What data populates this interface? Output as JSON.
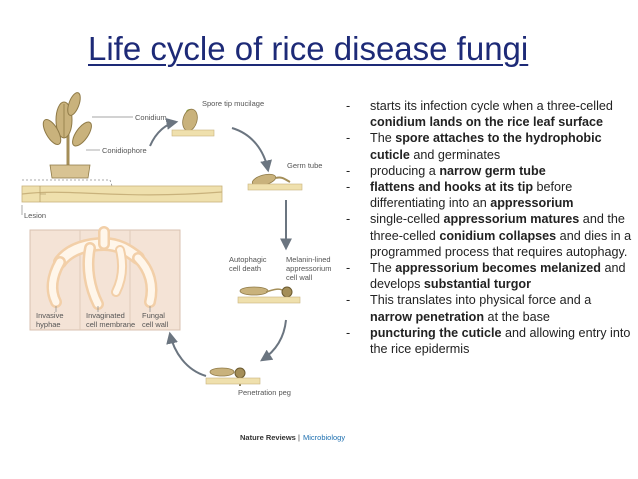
{
  "slide": {
    "title": "Life cycle of rice disease fungi"
  },
  "diagram": {
    "labels": {
      "conidium": "Conidium",
      "spore_tip": "Spore tip mucilage",
      "conidiophore": "Conidiophore",
      "germ_tube": "Germ tube",
      "lesion": "Lesion",
      "autophagic_1": "Autophagic",
      "autophagic_2": "cell death",
      "melanin_1": "Melanin-lined",
      "melanin_2": "appressorium",
      "melanin_3": "cell wall",
      "invasive_1": "Invasive",
      "invasive_2": "hyphae",
      "invaginated_1": "Invaginated",
      "invaginated_2": "cell membrane",
      "fungal_1": "Fungal",
      "fungal_2": "cell wall",
      "penetration": "Penetration peg",
      "credit_a": "Nature Reviews",
      "credit_b": "Microbiology"
    }
  },
  "bullets": [
    [
      {
        "t": "starts its infection cycle when a three-celled "
      },
      {
        "t": "conidium lands on the rice leaf surface",
        "b": true
      }
    ],
    [
      {
        "t": "The "
      },
      {
        "t": "spore attaches to the hydrophobic",
        "b": true
      },
      {
        "t": " "
      },
      {
        "t": "cuticle",
        "b": true
      },
      {
        "t": " and germinates"
      }
    ],
    [
      {
        "t": "producing a "
      },
      {
        "t": "narrow germ tube",
        "b": true
      }
    ],
    [
      {
        "t": " flattens and hooks at its tip",
        "b": true
      },
      {
        "t": " before differentiating into an "
      },
      {
        "t": "appressorium",
        "b": true
      }
    ],
    [
      {
        "t": " single-celled "
      },
      {
        "t": "appressorium matures",
        "b": true
      },
      {
        "t": " and the three-celled "
      },
      {
        "t": "conidium collapses",
        "b": true
      },
      {
        "t": " and dies in a programmed process that requires autophagy."
      }
    ],
    [
      {
        "t": "The "
      },
      {
        "t": "appressorium becomes melanized",
        "b": true
      },
      {
        "t": " and develops "
      },
      {
        "t": "substantial turgor",
        "b": true
      }
    ],
    [
      {
        "t": "This translates into physical force and a "
      },
      {
        "t": "narrow penetration",
        "b": true
      },
      {
        "t": " at the base"
      }
    ],
    [
      {
        "t": "puncturing the cuticle",
        "b": true
      },
      {
        "t": " and allowing entry into the rice epidermis"
      }
    ]
  ],
  "colors": {
    "title": "#1d2a77",
    "spore": "#c9b27c",
    "mucilage": "#8ab83c",
    "leaf": "#efe0ad",
    "cell": "#f4e3d6",
    "hyphae": "#fbe3c9",
    "arrow": "#6b7580"
  }
}
